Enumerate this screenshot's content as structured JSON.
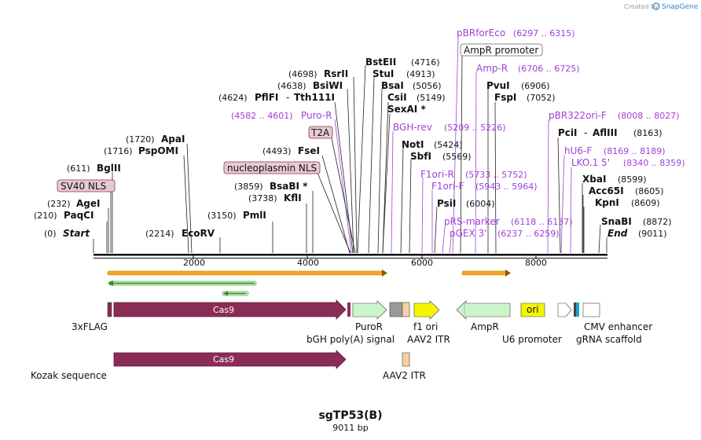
{
  "credit": {
    "prefix": "Created by",
    "brand": "SnapGene"
  },
  "title": "sgTP53(B)",
  "subtitle": "9011 bp",
  "ruler": {
    "ticks": [
      "2000",
      "4000",
      "6000",
      "8000"
    ]
  },
  "sites": [
    {
      "pos": "(0)",
      "name": "Start"
    },
    {
      "pos": "(210)",
      "name": "PaqCI"
    },
    {
      "pos": "(232)",
      "name": "AgeI"
    },
    {
      "pos": "(611)",
      "name": "BglII"
    },
    {
      "pos": "(1716)",
      "name": "PspOMI"
    },
    {
      "pos": "(1720)",
      "name": "ApaI"
    },
    {
      "pos": "(2214)",
      "name": "EcoRV"
    },
    {
      "pos": "(3150)",
      "name": "PmlI"
    },
    {
      "pos": "(3738)",
      "name": "KflI"
    },
    {
      "pos": "(3859)",
      "name": "BsaBI *"
    },
    {
      "pos": "(4493)",
      "name": "FseI"
    },
    {
      "pos": "(4624)",
      "name": "PflFI",
      "extra": "Tth111I"
    },
    {
      "pos": "(4638)",
      "name": "BsiWI"
    },
    {
      "pos": "(4698)",
      "name": "RsrII"
    },
    {
      "name": "BstEII",
      "pos": "(4716)"
    },
    {
      "name": "StuI",
      "pos": "(4913)"
    },
    {
      "name": "BsaI",
      "pos": "(5056)"
    },
    {
      "name": "CsiI",
      "pos": "(5149)"
    },
    {
      "name": "SexAI *",
      "pos": ""
    },
    {
      "name": "NotI",
      "pos": "(5424)"
    },
    {
      "name": "SbfI",
      "pos": "(5569)"
    },
    {
      "name": "PsiI",
      "pos": "(6004)"
    },
    {
      "name": "PvuI",
      "pos": "(6906)"
    },
    {
      "name": "FspI",
      "pos": "(7052)"
    },
    {
      "name": "PciI",
      "extra": "AflIII",
      "pos": "(8163)"
    },
    {
      "name": "XbaI",
      "pos": "(8599)"
    },
    {
      "name": "Acc65I",
      "pos": "(8605)"
    },
    {
      "name": "KpnI",
      "pos": "(8609)"
    },
    {
      "name": "SnaBI",
      "pos": "(8872)"
    },
    {
      "name": "End",
      "pos": "(9011)"
    }
  ],
  "primers": [
    {
      "name": "Puro-R",
      "range": "(4582 .. 4601)"
    },
    {
      "name": "BGH-rev",
      "range": "(5209 .. 5226)"
    },
    {
      "name": "F1ori-R",
      "range": "(5733 .. 5752)"
    },
    {
      "name": "F1ori-F",
      "range": "(5943 .. 5964)"
    },
    {
      "name": "pRS-marker",
      "range": "(6118 .. 6137)"
    },
    {
      "name": "pGEX 3'",
      "range": "(6237 .. 6259)"
    },
    {
      "name": "pBRforEco",
      "range": "(6297 .. 6315)"
    },
    {
      "name": "Amp-R",
      "range": "(6706 .. 6725)"
    },
    {
      "name": "pBR322ori-F",
      "range": "(8008 .. 8027)"
    },
    {
      "name": "hU6-F",
      "range": "(8169 .. 8189)"
    },
    {
      "name": "LKO.1 5'",
      "range": "(8340 .. 8359)"
    }
  ],
  "boxed_labels": [
    "SV40 NLS",
    "T2A",
    "nucleoplasmin NLS",
    "AmpR promoter"
  ],
  "features": [
    "3xFLAG",
    "Cas9",
    "PuroR",
    "bGH poly(A) signal",
    "f1 ori",
    "AAV2 ITR",
    "AmpR",
    "ori",
    "U6 promoter",
    "gRNA scaffold",
    "CMV enhancer",
    "Kozak sequence",
    "Cas9",
    "AAV2 ITR"
  ],
  "colors": {
    "cas9": "#8b2c57",
    "puro": "#ccf5cc",
    "f1ori": "#f5f500",
    "ampr": "#ccf5cc",
    "ori": "#f5f500",
    "itr": "#f7cfa4",
    "primer": "#a040d8",
    "orange_bar": "#f5a623",
    "green_bar": "#2e8b1e"
  }
}
